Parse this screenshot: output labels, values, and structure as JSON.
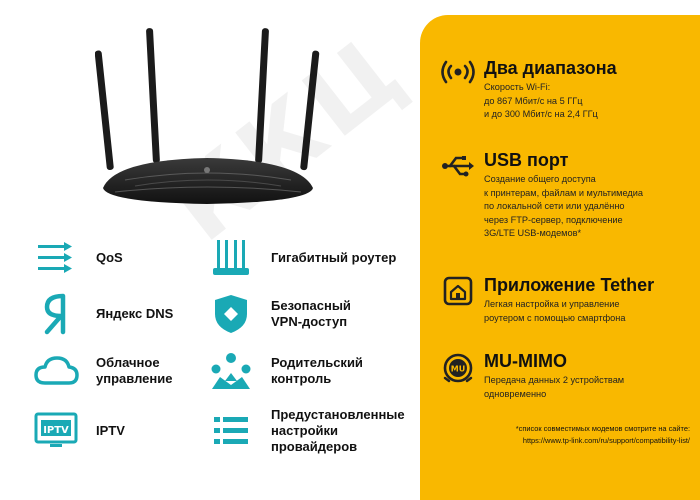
{
  "colors": {
    "panel": "#f9b800",
    "teal": "#1aa9b5",
    "dark": "#222222"
  },
  "watermark": "ККЦ",
  "features": [
    {
      "icon": "qos-arrows-icon",
      "label": "QoS"
    },
    {
      "icon": "gigabit-router-icon",
      "label": "Гигабитный роутер"
    },
    {
      "icon": "yandex-ya-icon",
      "label": "Яндекс DNS"
    },
    {
      "icon": "shield-icon",
      "label": "Безопасный\nVPN-доступ"
    },
    {
      "icon": "cloud-icon",
      "label": "Облачное\nуправление"
    },
    {
      "icon": "parental-control-icon",
      "label": "Родительский\nконтроль"
    },
    {
      "icon": "iptv-icon",
      "label": "IPTV"
    },
    {
      "icon": "list-icon",
      "label": "Предустановленные\nнастройки\nпровайдеров"
    }
  ],
  "panel": {
    "blocks": [
      {
        "icon": "wifi-broadcast-icon",
        "title": "Два диапазона",
        "desc": "Скорость Wi-Fi:\nдо 867 Мбит/с на 5 ГГц\nи до 300 Мбит/с на 2,4 ГГц"
      },
      {
        "icon": "usb-icon",
        "title": "USB порт",
        "desc": "Создание общего доступа\nк принтерам, файлам и мультимедиа\nпо локальной сети или удалённо\nчерез FTP-сервер, подключение\n3G/LTE USB-модемов*"
      },
      {
        "icon": "tether-app-icon",
        "title": "Приложение Tether",
        "desc": "Легкая настройка и управление\nроутером с помощью смартфона"
      },
      {
        "icon": "mu-mimo-icon",
        "title": "MU-MIMO",
        "desc": "Передача данных 2 устройствам\nодновременно"
      }
    ],
    "footnote": {
      "line1": "*список совместимых модемов смотрите на сайте:",
      "line2": "https://www.tp-link.com/ru/support/compatibility-list/"
    }
  }
}
